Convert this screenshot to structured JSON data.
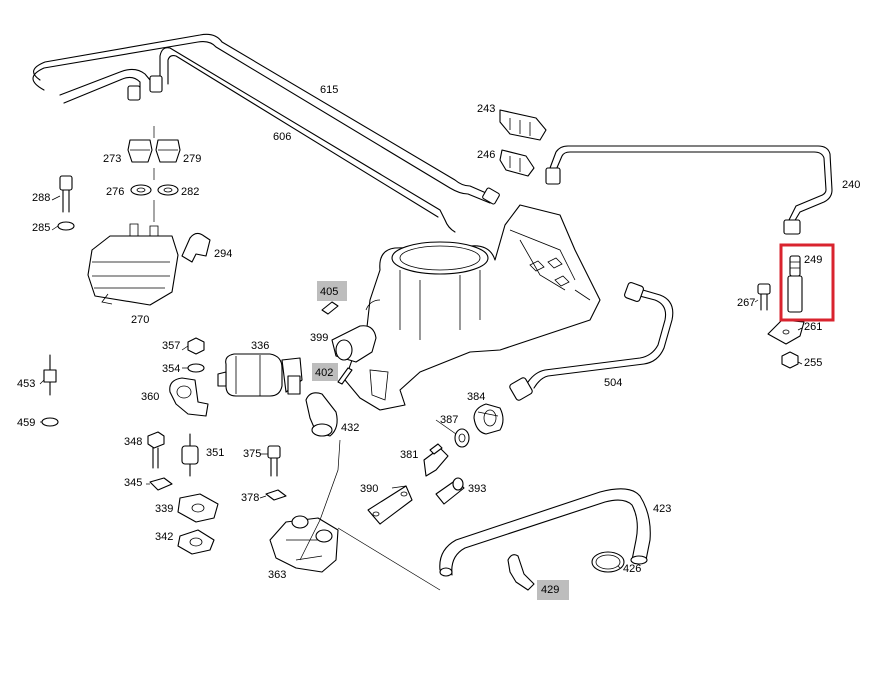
{
  "theme": {
    "highlight_color": "#bdbdbd",
    "selection_color": "#d9232e",
    "line_color": "#000000"
  },
  "labels": {
    "p615": "615",
    "p606": "606",
    "p243": "243",
    "p246": "246",
    "p240": "240",
    "p273": "273",
    "p279": "279",
    "p276": "276",
    "p282": "282",
    "p288": "288",
    "p285": "285",
    "p294": "294",
    "p270": "270",
    "p249": "249",
    "p267": "267",
    "p261": "261",
    "p255": "255",
    "p405": "405",
    "p399": "399",
    "p402": "402",
    "p357": "357",
    "p354": "354",
    "p336": "336",
    "p360": "360",
    "p453": "453",
    "p459": "459",
    "p348": "348",
    "p351": "351",
    "p345": "345",
    "p339": "339",
    "p342": "342",
    "p375": "375",
    "p378": "378",
    "p363": "363",
    "p432": "432",
    "p384": "384",
    "p387": "387",
    "p381": "381",
    "p390": "390",
    "p393": "393",
    "p504": "504",
    "p423": "423",
    "p426": "426",
    "p429": "429"
  },
  "highlighted_parts": [
    "405",
    "402",
    "429"
  ],
  "selected_part": "249"
}
